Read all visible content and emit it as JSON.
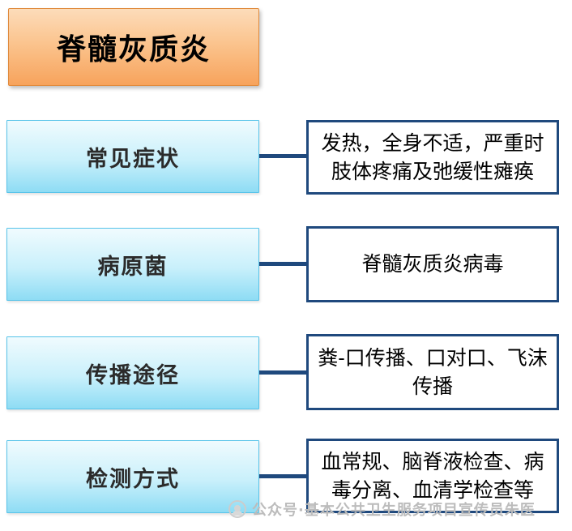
{
  "title": {
    "label": "脊髓灰质炎"
  },
  "rows": [
    {
      "label": "常见症状",
      "value": "发热，全身不适，严重时肢体疼痛及弛缓性瘫痪"
    },
    {
      "label": "病原菌",
      "value": "脊髓灰质炎病毒"
    },
    {
      "label": "传播途径",
      "value": "粪-口传播、口对口、飞沫传播"
    },
    {
      "label": "检测方式",
      "value": "血常规、脑脊液检查、病毒分离、血清学检查等"
    }
  ],
  "watermark": {
    "text": "公众号·基本公共卫生服务项目宣传员朱医"
  },
  "colors": {
    "title_border": "#e08a3c",
    "title_gradient_top": "#fcdcba",
    "title_gradient_bottom": "#f7a35c",
    "topic_border": "#57c3e9",
    "topic_gradient_top": "#f0fbfe",
    "topic_gradient_bottom": "#8edcf4",
    "connector": "#1f497d",
    "detail_border": "#1f497d",
    "watermark_text": "#bcbcbc"
  }
}
